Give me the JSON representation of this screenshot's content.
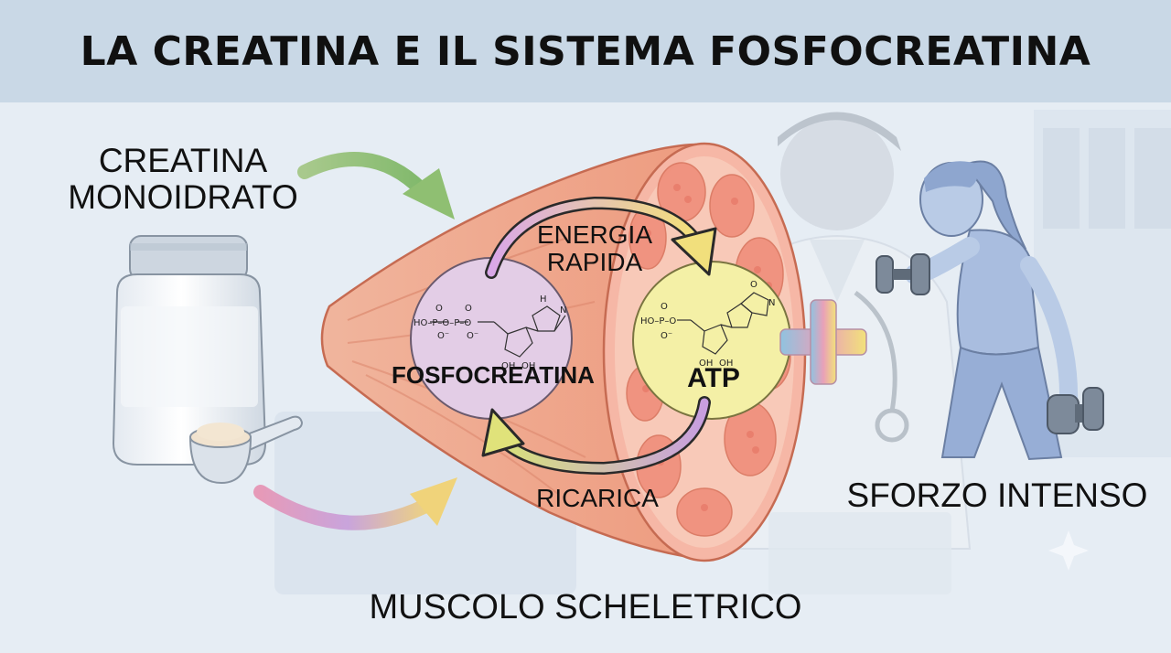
{
  "header": {
    "title": "LA CREATINA E IL SISTEMA FOSFOCREATINA"
  },
  "source": {
    "line1": "CREATINA",
    "line2": "MONOIDRATO"
  },
  "cycle": {
    "top_line1": "ENERGIA",
    "top_line2": "RAPIDA",
    "bottom": "RICARICA",
    "left_molecule": "FOSFOCREATINA",
    "right_molecule": "ATP"
  },
  "effort": {
    "label": "SFORZO INTENSO"
  },
  "muscle": {
    "label": "MUSCOLO SCHELETRICO"
  },
  "colors": {
    "header_bg": "#c9d8e6",
    "page_bg": "#e8eef5",
    "muscle_fill": "#f2a98c",
    "pcr_circle": "#e5cfe8",
    "atp_circle": "#f4f0a6",
    "athlete": "#9fb4d6"
  },
  "icons": [
    "supplement-jar-icon",
    "scoop-icon",
    "athlete-icon",
    "dumbbell-icon",
    "plus-icon",
    "doctor-silhouette-icon",
    "stethoscope-icon"
  ]
}
